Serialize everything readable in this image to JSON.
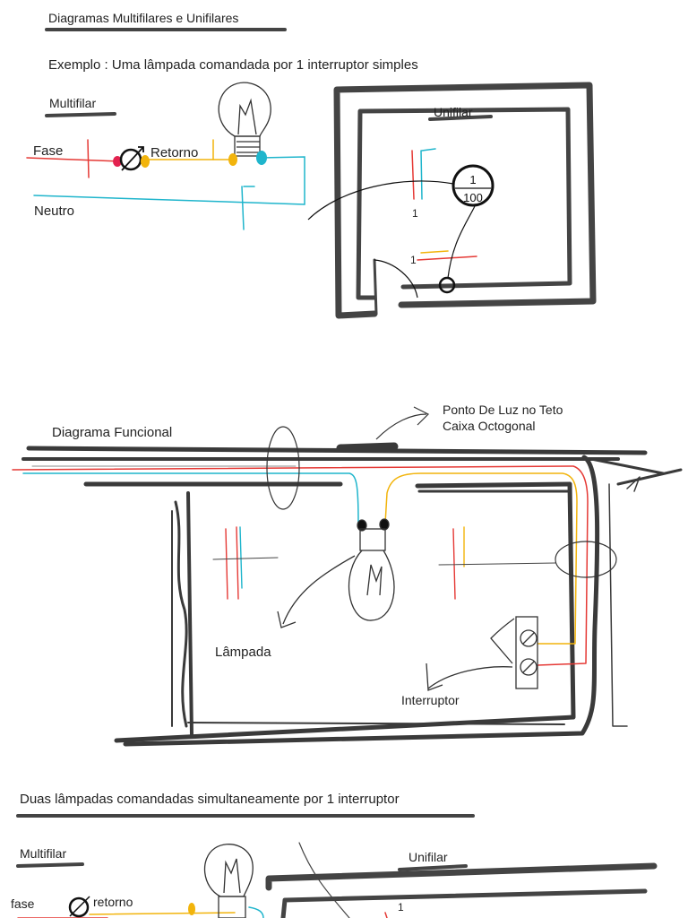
{
  "colors": {
    "fase": "#e53935",
    "retorno": "#f2b40c",
    "neutro": "#1fb5cc",
    "ink": "#222222",
    "wall": "#444444"
  },
  "section1": {
    "title": "Diagramas Multifilares e Unifilares",
    "example": "Exemplo : Uma lâmpada comandada por 1 interruptor simples",
    "multifilar": {
      "heading": "Multifilar",
      "fase": "Fase",
      "retorno": "Retorno",
      "neutro": "Neutro"
    },
    "unifilar": {
      "heading": "Unifilar",
      "circuit_label": "1",
      "lamp_numerator": "1",
      "lamp_denominator": "100",
      "switch_label": "1"
    }
  },
  "section2": {
    "title": "Diagrama Funcional",
    "ponto_line1": "Ponto De Luz no Teto",
    "ponto_line2": "Caixa Octogonal",
    "lampada": "Lâmpada",
    "interruptor": "Interruptor"
  },
  "section3": {
    "title": "Duas lâmpadas comandadas simultaneamente por 1 interruptor",
    "multifilar": {
      "heading": "Multifilar",
      "fase": "fase",
      "retorno": "retorno"
    },
    "unifilar": {
      "heading": "Unifilar",
      "label_1": "1"
    }
  }
}
